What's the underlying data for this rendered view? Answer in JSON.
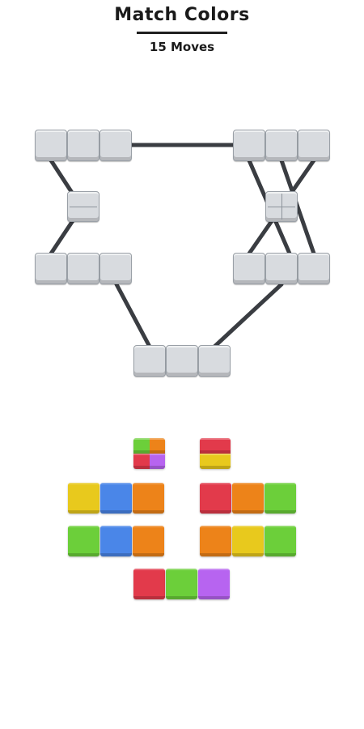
{
  "header": {
    "title": "Match Colors",
    "moves_label": "15 Moves"
  },
  "palette": {
    "red": "#e23a4b",
    "green": "#6ccf3a",
    "blue": "#4a86e8",
    "orange": "#ed8319",
    "yellow": "#e8c91d",
    "purple": "#b764f0",
    "slot_gray": "#d8dbdf",
    "line": "#3a3d42"
  },
  "board": {
    "slots": [
      {
        "id": "top-left-1",
        "split": "none"
      },
      {
        "id": "top-left-2",
        "split": "none"
      },
      {
        "id": "top-left-3",
        "split": "none"
      },
      {
        "id": "top-right-1",
        "split": "none"
      },
      {
        "id": "top-right-2",
        "split": "none"
      },
      {
        "id": "top-right-3",
        "split": "none"
      },
      {
        "id": "mid-left-connector",
        "split": "half"
      },
      {
        "id": "mid-right-connector",
        "split": "quarter"
      },
      {
        "id": "mid-left-1",
        "split": "none"
      },
      {
        "id": "mid-left-2",
        "split": "none"
      },
      {
        "id": "mid-left-3",
        "split": "none"
      },
      {
        "id": "mid-right-1",
        "split": "none"
      },
      {
        "id": "mid-right-2",
        "split": "none"
      },
      {
        "id": "mid-right-3",
        "split": "none"
      },
      {
        "id": "bottom-1",
        "split": "none"
      },
      {
        "id": "bottom-2",
        "split": "none"
      },
      {
        "id": "bottom-3",
        "split": "none"
      }
    ]
  },
  "tray": {
    "pieces": [
      {
        "id": "piece-quad",
        "split": "quarter",
        "colors": [
          "green",
          "orange",
          "red",
          "purple"
        ]
      },
      {
        "id": "piece-half",
        "split": "half",
        "colors": [
          "red",
          "yellow"
        ]
      },
      {
        "id": "piece-row-2-1",
        "split": "none",
        "colors": [
          "yellow"
        ]
      },
      {
        "id": "piece-row-2-2",
        "split": "none",
        "colors": [
          "blue"
        ]
      },
      {
        "id": "piece-row-2-3",
        "split": "none",
        "colors": [
          "orange"
        ]
      },
      {
        "id": "piece-row-2-4",
        "split": "none",
        "colors": [
          "red"
        ]
      },
      {
        "id": "piece-row-2-5",
        "split": "none",
        "colors": [
          "orange"
        ]
      },
      {
        "id": "piece-row-2-6",
        "split": "none",
        "colors": [
          "green"
        ]
      },
      {
        "id": "piece-row-3-1",
        "split": "none",
        "colors": [
          "green"
        ]
      },
      {
        "id": "piece-row-3-2",
        "split": "none",
        "colors": [
          "blue"
        ]
      },
      {
        "id": "piece-row-3-3",
        "split": "none",
        "colors": [
          "orange"
        ]
      },
      {
        "id": "piece-row-3-4",
        "split": "none",
        "colors": [
          "orange"
        ]
      },
      {
        "id": "piece-row-3-5",
        "split": "none",
        "colors": [
          "yellow"
        ]
      },
      {
        "id": "piece-row-3-6",
        "split": "none",
        "colors": [
          "green"
        ]
      },
      {
        "id": "piece-row-4-1",
        "split": "none",
        "colors": [
          "red"
        ]
      },
      {
        "id": "piece-row-4-2",
        "split": "none",
        "colors": [
          "green"
        ]
      },
      {
        "id": "piece-row-4-3",
        "split": "none",
        "colors": [
          "purple"
        ]
      }
    ]
  }
}
